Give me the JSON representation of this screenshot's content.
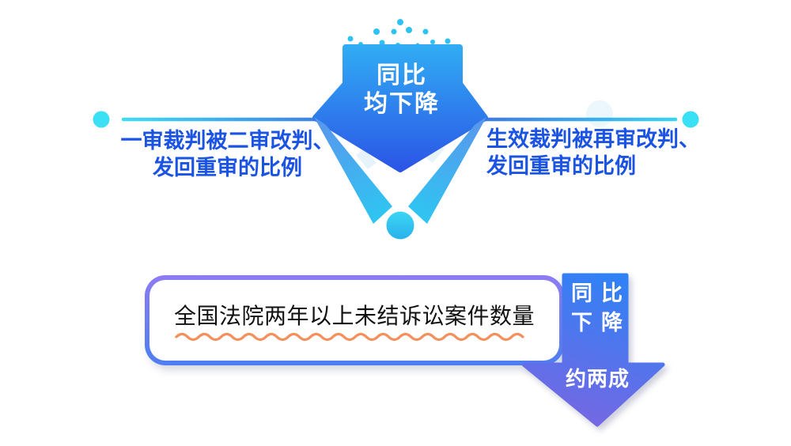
{
  "top_section": {
    "arrow_label": {
      "line1": "同比",
      "line2": "均下降"
    },
    "left_label": {
      "line1": "一审裁判被二审改判、",
      "line2": "发回重审的比例"
    },
    "right_label": {
      "line1": "生效裁判被再审改判、",
      "line2": "发回重审的比例"
    }
  },
  "bottom_section": {
    "box_text": "全国法院两年以上未结诉讼案件数量",
    "banner": {
      "line1": "同比",
      "line2": "下降",
      "line3": "约两成"
    }
  },
  "colors": {
    "arrow_gradient_top": "#31acf4",
    "arrow_gradient_bottom": "#2b55e6",
    "cyan_accent": "#2cc2f2",
    "label_blue": "#1b53e2",
    "box_border_blue": "#4d7ef2",
    "box_border_purple": "#8d7cf2",
    "banner_gradient_top": "#2e82f6",
    "banner_gradient_bottom": "#7767e2",
    "underline_orange": "#f5905c",
    "text_black": "#111111"
  }
}
